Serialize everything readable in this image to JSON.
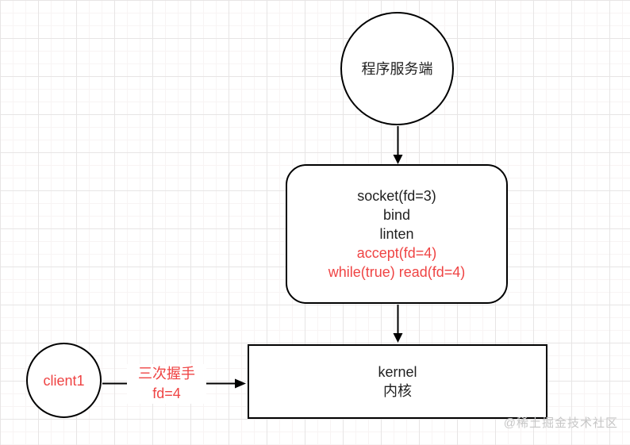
{
  "diagram": {
    "server_node": {
      "label": "程序服务端"
    },
    "process_node": {
      "line1": "socket(fd=3)",
      "line2": "bind",
      "line3": "linten",
      "line4": "accept(fd=4)",
      "line5": "while(true) read(fd=4)"
    },
    "kernel_node": {
      "line1": "kernel",
      "line2": "内核"
    },
    "client_node": {
      "label": "client1"
    },
    "handshake_edge": {
      "line1": "三次握手",
      "line2": "fd=4"
    },
    "watermark": "@稀土掘金技术社区",
    "colors": {
      "node_border": "#000000",
      "text_black": "#1f1f1f",
      "accent_red": "#ef4444",
      "grid_major": "#e7e5e5",
      "grid_minor": "#f8f4f4",
      "watermark_gray": "#c6c6c6"
    }
  }
}
